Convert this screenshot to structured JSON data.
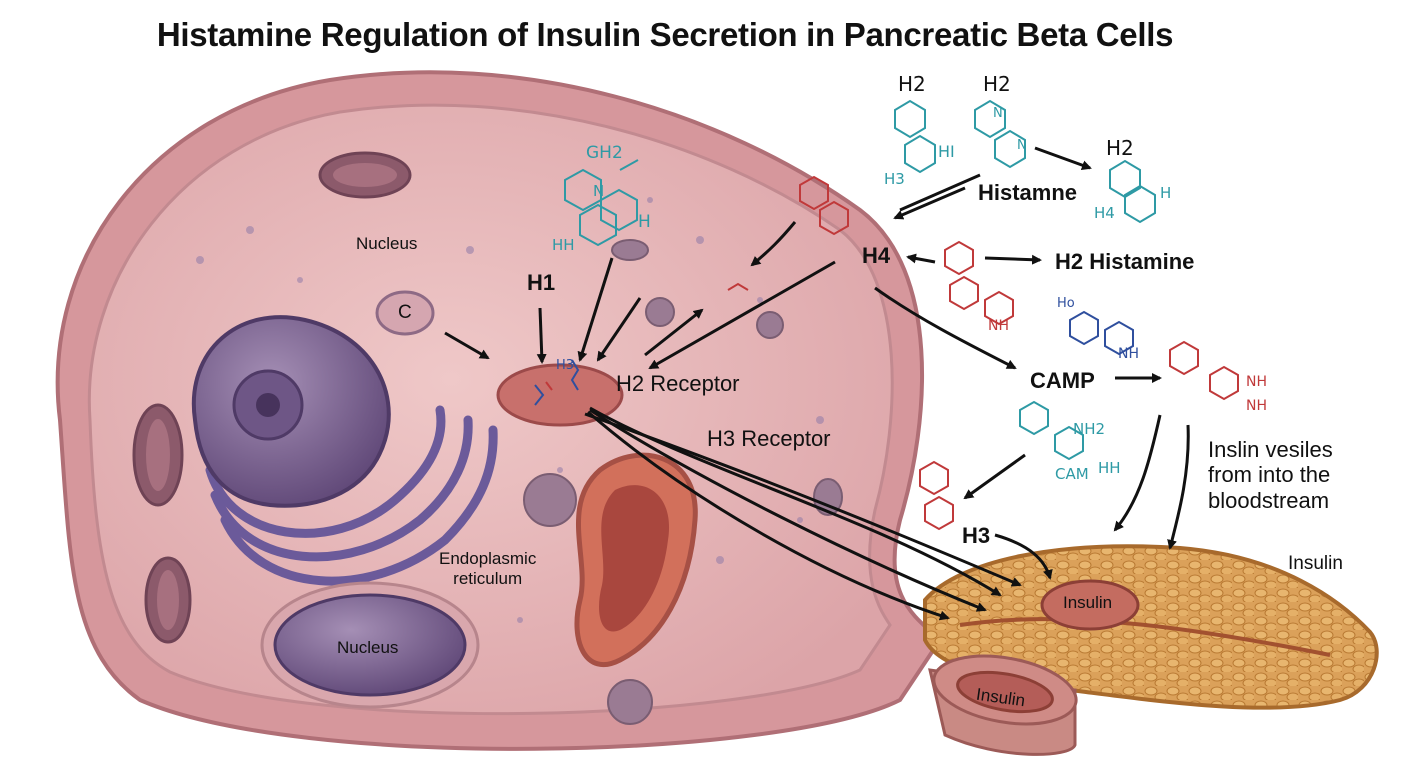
{
  "title": "Histamine Regulation of Insulin Secretion in Pancreatic Beta Cells",
  "labels": {
    "nucleus_top": "Nucleus",
    "c_organelle": "C",
    "h1": "H1",
    "h2_receptor": "H2 Receptor",
    "h3_receptor": "H3 Receptor",
    "endoplasmic_reticulum": "Endoplasmic\nreticulum",
    "nucleus_bottom": "Nucleus",
    "histamine": "Histamne",
    "h4": "H4",
    "h2_histamine": "H2 Histamine",
    "camp": "CAMP",
    "h3": "H3",
    "insulin_vesicles": "Inslin vesiles\nfrom into the\nbloodstream",
    "insulin_right": "Insulin",
    "insulin_pancreas": "Insulin",
    "insulin_vessel": "Insulin"
  },
  "chem_labels": {
    "gh2": "GH2",
    "h_center": "H",
    "hh": "HH",
    "n_center": "N",
    "h2_a": "H2",
    "h2_b": "H2",
    "h2_c": "H2",
    "hi": "HI",
    "h3_sub": "H3",
    "h4_sub": "H4",
    "h_right": "H",
    "n_top": "N",
    "n_mid": "N",
    "ho": "Ho",
    "nh_red": "NH",
    "nh_blue": "NH",
    "nh_red2": "NH",
    "nh_red3": "NH",
    "nh2": "NH2",
    "cam": "CAM",
    "hh_teal": "HH",
    "h3_small": "H3"
  },
  "colors": {
    "cell_membrane": "#c9848b",
    "cytoplasm": "#e7b9bb",
    "nucleus": "#7a5f8f",
    "pancreas": "#d99a4b",
    "vessel": "#c87a76",
    "teal": "#2e9aa5",
    "red": "#c0393a",
    "blue": "#2f4f9e"
  }
}
